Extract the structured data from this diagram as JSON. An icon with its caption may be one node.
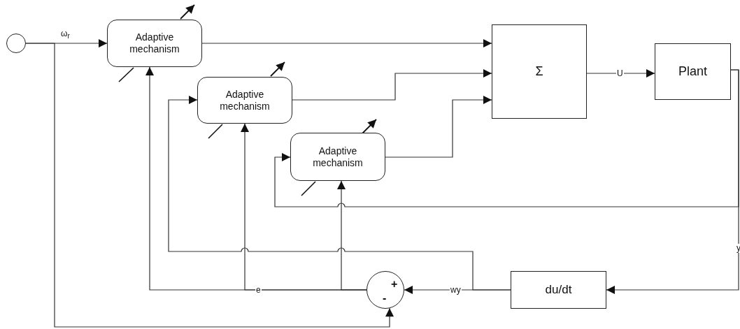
{
  "diagram": {
    "nodes": [
      {
        "text": [],
        "shape": "circle"
      },
      {
        "text": [
          "Adaptive mechanism"
        ]
      },
      {
        "text": [
          "Adaptive mechanism"
        ]
      },
      {
        "text": [
          "Adaptive mechanism"
        ]
      },
      {
        "text": [
          "Σ"
        ]
      },
      {
        "text": [
          "Plant"
        ]
      },
      {
        "text": [
          "+",
          "-"
        ]
      },
      {
        "text": [
          "du/dt"
        ]
      }
    ],
    "edges": [
      {
        "from": 0,
        "to": 1,
        "arrow": "to",
        "label": "ω$_{r}$"
      },
      {
        "from": 0,
        "to": 6,
        "arrow": "to"
      },
      {
        "from": 1,
        "to": 4,
        "arrow": "to"
      },
      {
        "from": 2,
        "to": 4,
        "arrow": "to"
      },
      {
        "from": 3,
        "to": 4,
        "arrow": "to"
      },
      {
        "from": 4,
        "to": 5,
        "arrow": "to",
        "label": "U"
      },
      {
        "from": 5,
        "to": 7,
        "arrow": "to",
        "label": "y"
      },
      {
        "from": 5,
        "to": 3,
        "arrow": "to"
      },
      {
        "from": 7,
        "to": 6,
        "arrow": "to",
        "label": "wy"
      },
      {
        "from": 7,
        "to": 2,
        "arrow": "to"
      },
      {
        "from": 6,
        "to": 1,
        "arrow": "to",
        "label": "e"
      },
      {
        "from": 6,
        "to": 2,
        "arrow": "to"
      },
      {
        "from": 6,
        "to": 3,
        "arrow": "to"
      }
    ]
  }
}
